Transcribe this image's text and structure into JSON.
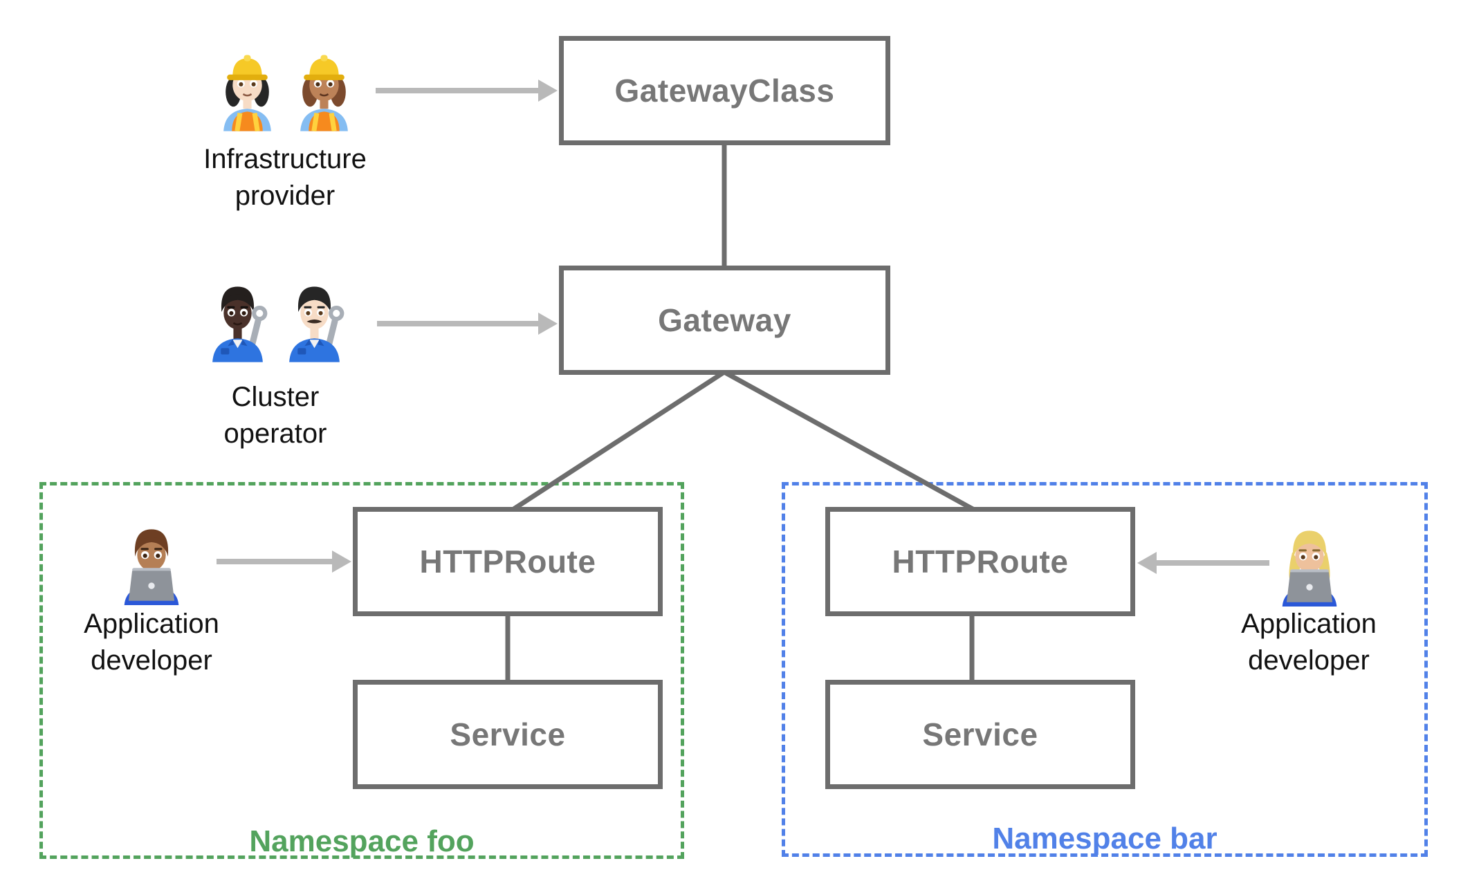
{
  "title": "Gateway API resource model diagram",
  "boxes": {
    "gateway_class": "GatewayClass",
    "gateway": "Gateway",
    "httproute_foo": "HTTPRoute",
    "service_foo": "Service",
    "httproute_bar": "HTTPRoute",
    "service_bar": "Service"
  },
  "namespaces": {
    "foo": {
      "label": "Namespace foo",
      "accent": "#53a35d"
    },
    "bar": {
      "label": "Namespace bar",
      "accent": "#5181e8"
    }
  },
  "personas": {
    "infrastructure_provider": {
      "line1": "Infrastructure",
      "line2": "provider",
      "emoji": [
        "woman-construction-worker-light-skin",
        "woman-construction-worker-medium-skin"
      ]
    },
    "cluster_operator": {
      "line1": "Cluster",
      "line2": "operator",
      "emoji": [
        "person-mechanic-dark-skin",
        "man-mechanic-light-skin"
      ]
    },
    "application_developer_foo": {
      "line1": "Application",
      "line2": "developer",
      "emoji": [
        "man-technologist-medium-skin"
      ]
    },
    "application_developer_bar": {
      "line1": "Application",
      "line2": "developer",
      "emoji": [
        "woman-technologist-blonde"
      ]
    }
  },
  "colors": {
    "connector": "#6d6d6d",
    "box_border": "#6d6d6d",
    "box_label": "#777777",
    "arrow": "#b9b9b9",
    "persona_label": "#111111",
    "namespace_foo_accent": "#53a35d",
    "namespace_bar_accent": "#5181e8"
  }
}
